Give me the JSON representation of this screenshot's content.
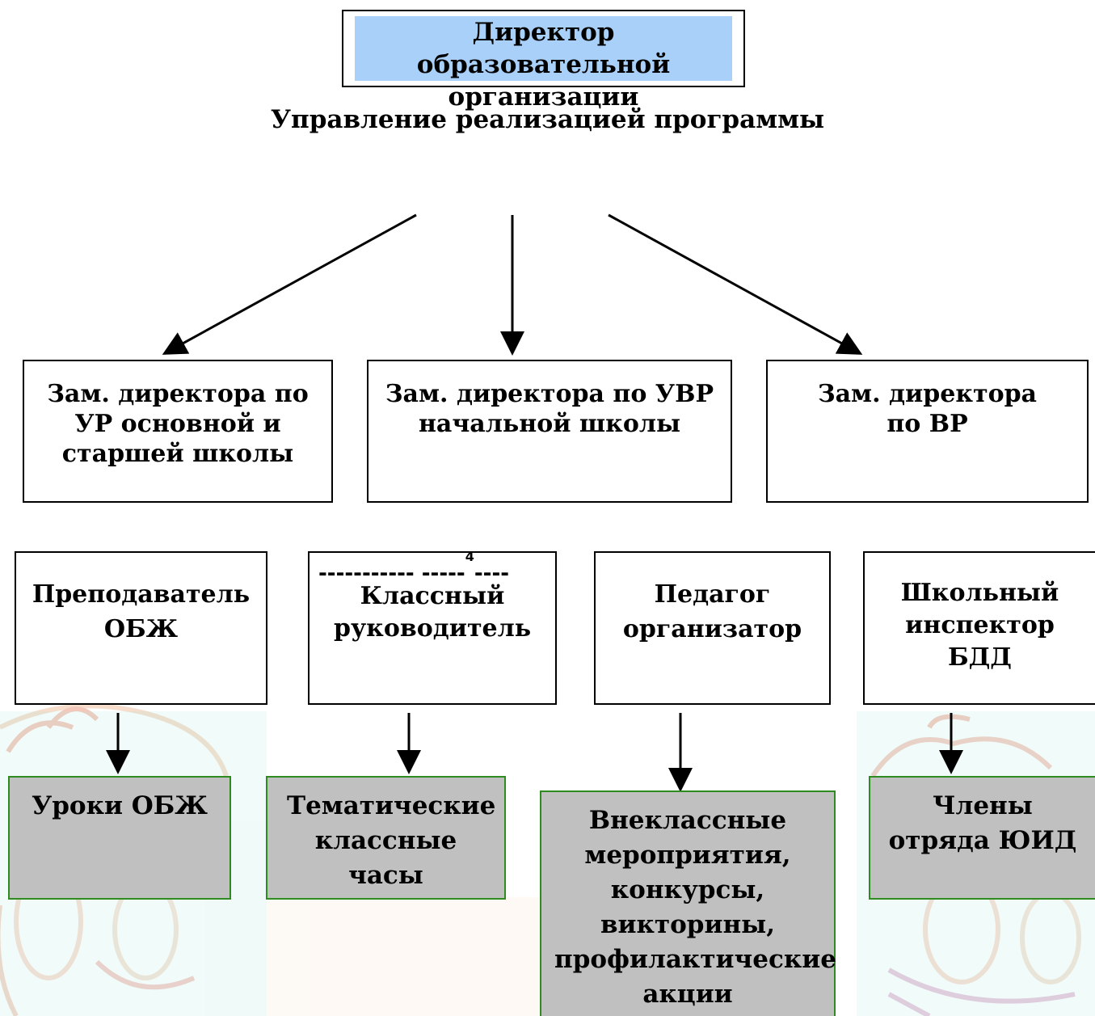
{
  "director": "Директор образовательной организации",
  "subtitle": "Управление реализацией программы",
  "deputies": [
    "Зам. директора по УР основной и старшей школы",
    "Зам. директора по УВР начальной школы",
    "Зам. директора по ВР"
  ],
  "staff_marker": {
    "dashes": "----------- -----",
    "superscript": "4",
    "dashes_after": "----"
  },
  "staff": [
    "Преподаватель ОБЖ",
    "Классный руководитель",
    "Педагог организатор",
    "Школьный инспектор БДД"
  ],
  "activities": [
    "Уроки ОБЖ",
    "Тематические классные часы",
    "Внеклассные мероприятия, конкурсы, викторины, профилактические акции",
    "Члены отряда ЮИД"
  ],
  "colors": {
    "director_fill": "#a8d0f8",
    "activity_fill": "#c0c0c0",
    "activity_border": "#2e8b20"
  }
}
